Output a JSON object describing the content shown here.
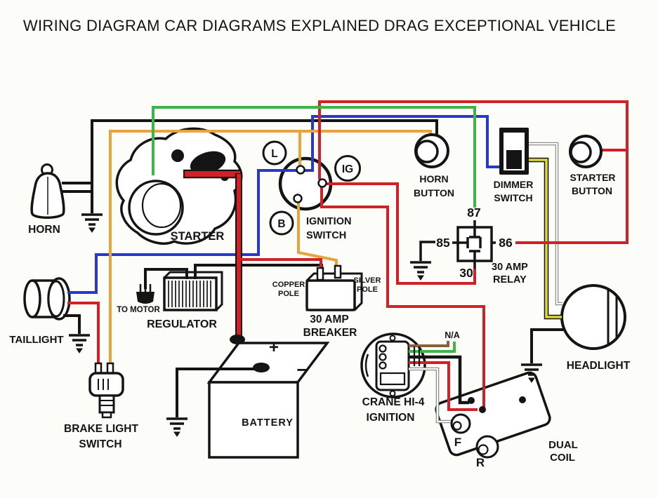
{
  "title": "WIRING DIAGRAM CAR DIAGRAMS EXPLAINED DRAG EXCEPTIONAL VEHICLE",
  "colors": {
    "background": "#fcfcf9",
    "black": "#141414",
    "red": "#d22027",
    "blue": "#2838c8",
    "green": "#3eb449",
    "orange": "#e8a33c",
    "yellow": "#ded73b",
    "brown": "#8a5f3b",
    "white_wire": "#8f8f8f",
    "title_text": "#707070"
  },
  "labels": {
    "horn": "HORN",
    "starter": "STARTER",
    "ignition_line1": "IGNITION",
    "ignition_line2": "SWITCH",
    "term_l": "L",
    "term_ig": "IG",
    "term_b": "B",
    "horn_button_line1": "HORN",
    "horn_button_line2": "BUTTON",
    "dimmer_line1": "DIMMER",
    "dimmer_line2": "SWITCH",
    "starter_button_line1": "STARTER",
    "starter_button_line2": "BUTTON",
    "relay_87": "87",
    "relay_85": "85",
    "relay_86": "86",
    "relay_30": "30",
    "relay_line1": "30 AMP",
    "relay_line2": "RELAY",
    "taillight": "TAILLIGHT",
    "to_motor": "TO MOTOR",
    "regulator": "REGULATOR",
    "copper_line1": "COPPER",
    "copper_line2": "POLE",
    "silver_line1": "SILVER",
    "silver_line2": "POLE",
    "breaker_line1": "30 AMP",
    "breaker_line2": "BREAKER",
    "battery": "BATTERY",
    "battery_plus": "+",
    "battery_minus": "−",
    "brake_line1": "BRAKE LIGHT",
    "brake_line2": "SWITCH",
    "crane_line1": "CRANE HI-4",
    "crane_line2": "IGNITION",
    "na": "N/A",
    "coil_f": "F",
    "coil_r": "R",
    "coil_line1": "DUAL",
    "coil_line2": "COIL",
    "headlight": "HEADLIGHT"
  }
}
